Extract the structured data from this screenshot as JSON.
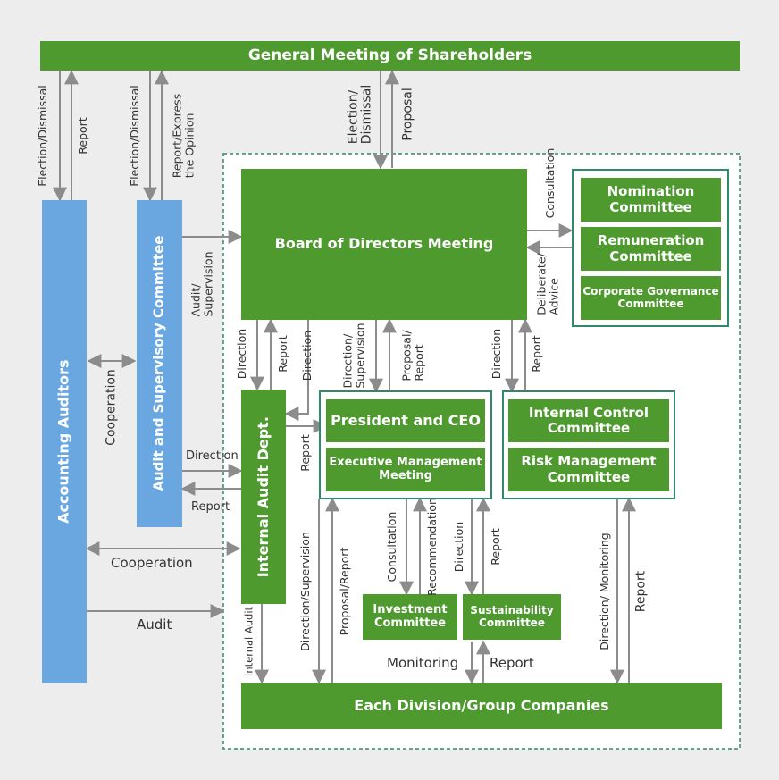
{
  "diagram": {
    "colors": {
      "green": "#4e9a2f",
      "blue": "#6aa7e0",
      "arrow": "#8c8c8c",
      "outline": "#2e8a6a",
      "dashed": "#2e8a6a"
    },
    "boxes": {
      "shareholders": "General Meeting of Shareholders",
      "board": "Board of Directors Meeting",
      "nomination": "Nomination\nCommittee",
      "remuneration": "Remuneration\nCommittee",
      "governance": "Corporate Governance\nCommittee",
      "accounting": "Accounting Auditors",
      "audit_supervisory": "Audit and Supervisory Committee",
      "internal_audit": "Internal Audit Dept.",
      "president": "President and CEO",
      "executive": "Executive Management\nMeeting",
      "internal_control": "Internal Control\nCommittee",
      "risk": "Risk Management\nCommittee",
      "investment": "Investment\nCommittee",
      "sustainability": "Sustainability\nCommittee",
      "divisions": "Each Division/Group Companies"
    },
    "labels": {
      "election_dismissal_1": "Election/Dismissal",
      "report_1": "Report",
      "election_dismissal_2": "Election/Dismissal",
      "report_express": "Report/Express\nthe Opinion",
      "election_dismissal_3": "Election/\nDismissal",
      "proposal": "Proposal",
      "consultation_top": "Consultation",
      "deliberate_advice": "Deliberate/\nAdvice",
      "audit_supervision": "Audit/\nSupervision",
      "cooperation_1": "Cooperation",
      "direction_ia": "Direction",
      "report_ia": "Report",
      "direction_pres": "Direction",
      "report_pres": "Report",
      "direction_supervision_1": "Direction/\nSupervision",
      "proposal_report_1": "Proposal/\nReport",
      "direction_icc": "Direction",
      "report_icc": "Report",
      "direction_asc": "Direction",
      "report_asc": "Report",
      "cooperation_2": "Cooperation",
      "audit": "Audit",
      "internal_audit": "Internal Audit",
      "direction_supervision_2": "Direction/Supervision",
      "proposal_report_2": "Proposal/Report",
      "consultation_inv": "Consultation",
      "recommendation": "Recommendation",
      "direction_sus": "Direction",
      "report_sus": "Report",
      "monitoring": "Monitoring",
      "report_div": "Report",
      "direction_monitoring": "Direction/ Monitoring",
      "report_risk": "Report"
    }
  }
}
